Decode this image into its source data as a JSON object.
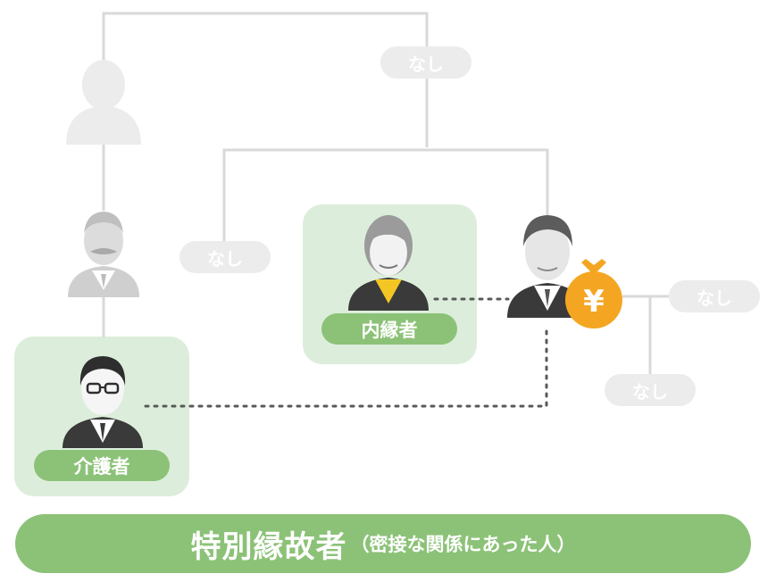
{
  "labels": {
    "none_1": "なし",
    "none_2": "なし",
    "none_3": "なし",
    "none_4": "なし",
    "common_law_spouse": "内縁者",
    "caregiver": "介護者"
  },
  "banner": {
    "main": "特別縁故者",
    "sub": "（密接な関係にあった人）"
  },
  "money_symbol": "¥",
  "colors": {
    "accent_green": "#8cc278",
    "card_green": "#dceedb",
    "inactive_gray": "#ececec",
    "line_gray": "#d9d9d9",
    "money_orange": "#f4a623"
  },
  "icons": [
    "faded-person-icon",
    "elderly-man-mustache-icon",
    "elderly-woman-icon",
    "deceased-elderly-man-icon",
    "money-bag-icon",
    "glasses-man-icon"
  ]
}
